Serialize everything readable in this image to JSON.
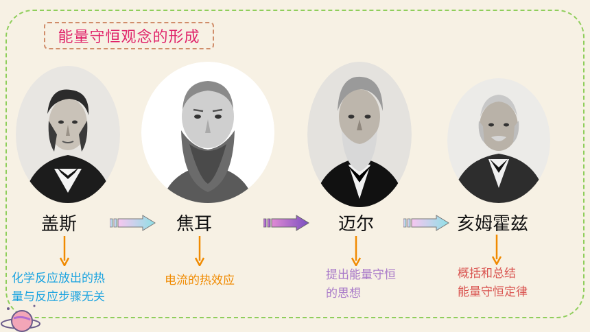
{
  "title": "能量守恒观念的形成",
  "scientists": [
    {
      "name": "盖斯",
      "desc_lines": [
        "化学反应放出的热",
        "量与反应步骤无关"
      ],
      "desc_color": "#1aa3e0"
    },
    {
      "name": "焦耳",
      "desc_lines": [
        "电流的热效应"
      ],
      "desc_color": "#f08a00"
    },
    {
      "name": "迈尔",
      "desc_lines": [
        "提出能量守恒",
        "的思想"
      ],
      "desc_color": "#a97ac9"
    },
    {
      "name": "亥姆霍兹",
      "desc_lines": [
        "概括和总结",
        "能量守恒定律"
      ],
      "desc_color": "#d9534f"
    }
  ],
  "colors": {
    "frame": "#8fce5b",
    "title": "#e0246a",
    "title_border": "#d08d6a",
    "down_arrow": "#f08a00"
  }
}
